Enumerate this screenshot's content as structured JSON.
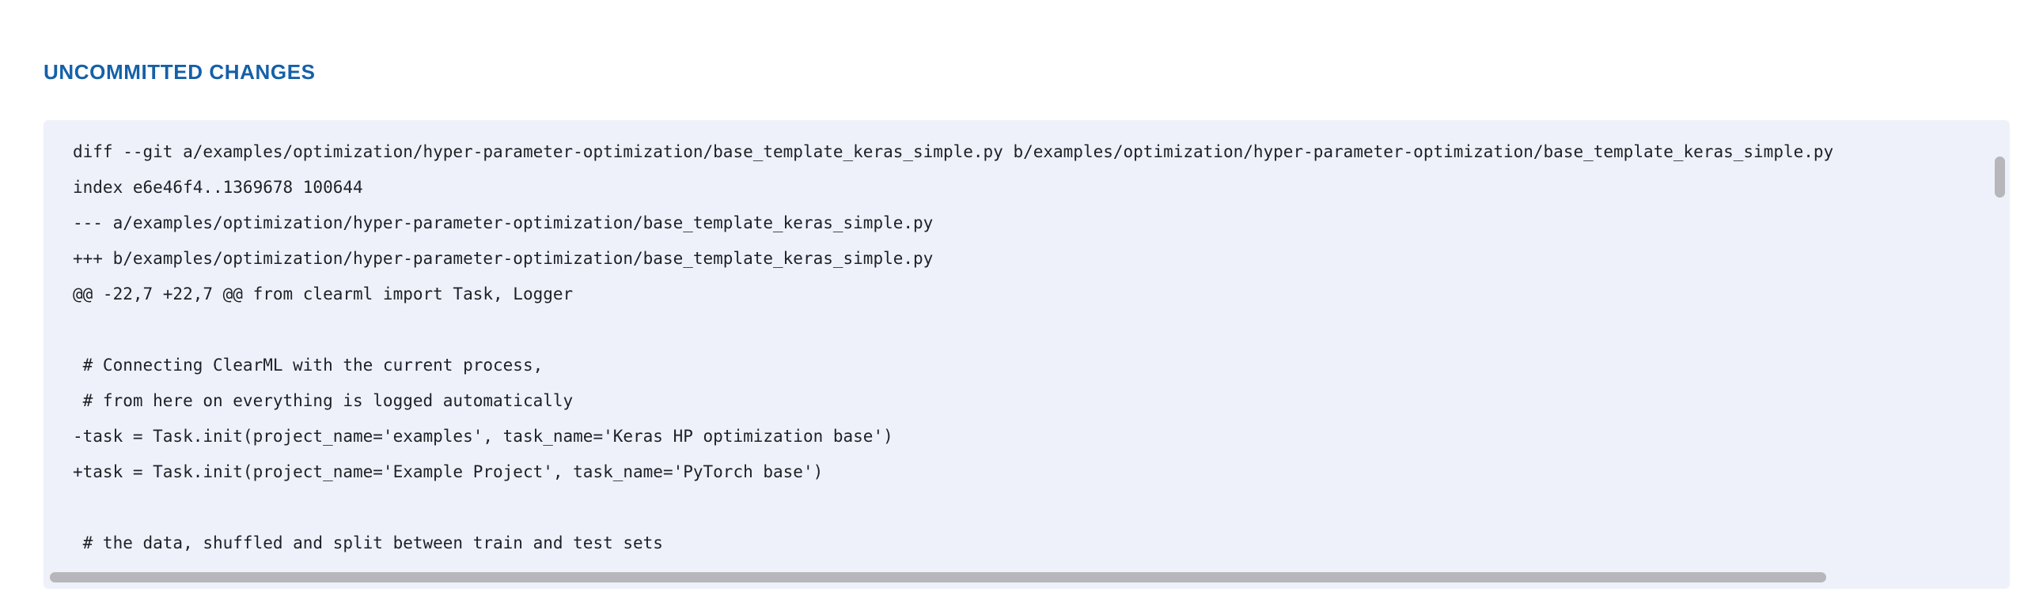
{
  "section": {
    "title": "UNCOMMITTED CHANGES",
    "title_color": "#1560a8"
  },
  "diff": {
    "panel_background": "#eef1fa",
    "text_color": "#1c2126",
    "lines": [
      "diff --git a/examples/optimization/hyper-parameter-optimization/base_template_keras_simple.py b/examples/optimization/hyper-parameter-optimization/base_template_keras_simple.py",
      "index e6e46f4..1369678 100644",
      "--- a/examples/optimization/hyper-parameter-optimization/base_template_keras_simple.py",
      "+++ b/examples/optimization/hyper-parameter-optimization/base_template_keras_simple.py",
      "@@ -22,7 +22,7 @@ from clearml import Task, Logger",
      "",
      " # Connecting ClearML with the current process,",
      " # from here on everything is logged automatically",
      "-task = Task.init(project_name='examples', task_name='Keras HP optimization base')",
      "+task = Task.init(project_name='Example Project', task_name='PyTorch base')",
      "",
      " # the data, shuffled and split between train and test sets"
    ]
  },
  "scrollbars": {
    "vertical_thumb_color": "#b6b6bb",
    "horizontal_thumb_color": "#b6b6bb"
  }
}
